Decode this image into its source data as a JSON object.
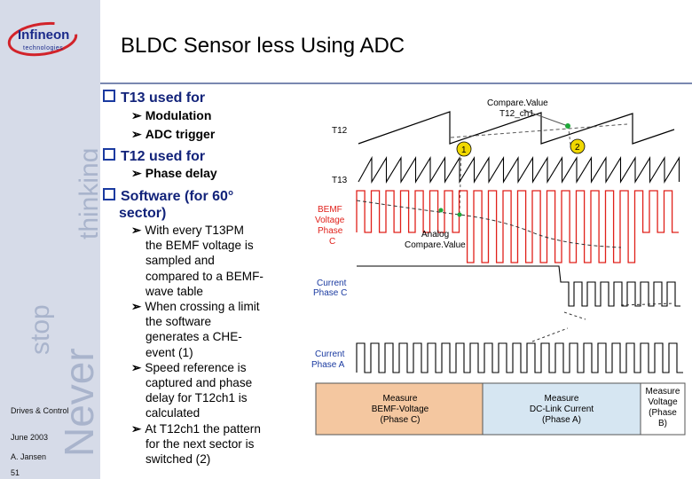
{
  "title": "BLDC Sensor less Using ADC",
  "logo": {
    "brand": "Infineon",
    "sub": "technologies"
  },
  "watermark": {
    "line1": "Never",
    "line2": "stop",
    "line3": "thinking"
  },
  "footer": {
    "dept": "Drives & Control",
    "date": "June 2003",
    "author": "A. Jansen",
    "page": "51"
  },
  "bullets": {
    "t13": "T13 used for",
    "t13_items": [
      "Modulation",
      "ADC trigger"
    ],
    "t12": "T12 used for",
    "t12_items": [
      "Phase delay"
    ],
    "software_l1": "Software (for 60°",
    "software_l2": "sector)"
  },
  "software_items": [
    [
      "With every T13PM",
      "the BEMF voltage is",
      "sampled and",
      "compared to a BEMF-",
      "wave table"
    ],
    [
      "When crossing a limit",
      "the software",
      "generates a CHE-",
      "event (1)"
    ],
    [
      "Speed reference is",
      "captured and phase",
      "delay for T12ch1 is",
      "calculated"
    ],
    [
      "At T12ch1 the pattern",
      "for the next sector is",
      "switched (2)"
    ]
  ],
  "diagram": {
    "compare_value_l1": "Compare.Value",
    "compare_value_l2": "T12_ch1",
    "t12": "T12",
    "t13": "T13",
    "marker1": "1",
    "marker2": "2",
    "bemf_l1": "BEMF",
    "bemf_l2": "Voltage",
    "bemf_l3": "Phase",
    "bemf_l4": "C",
    "analog_l1": "Analog",
    "analog_l2": "Compare.Value",
    "currentC_l1": "Current",
    "currentC_l2": "Phase C",
    "currentA_l1": "Current",
    "currentA_l2": "Phase A",
    "box1_l1": "Measure",
    "box1_l2": "BEMF-Voltage",
    "box1_l3": "(Phase C)",
    "box2_l1": "Measure",
    "box2_l2": "DC-Link Current",
    "box2_l3": "(Phase A)",
    "box3_l1": "Measure",
    "box3_l2": "Voltage",
    "box3_l3": "(Phase",
    "box3_l4": "B)",
    "colors": {
      "bemf": "#e0201a",
      "label_blue": "#1a3aa0",
      "box1": "#f4c7a0",
      "box2": "#d6e6f2",
      "marker": "#f0d800",
      "dot": "#1fa83a"
    }
  }
}
